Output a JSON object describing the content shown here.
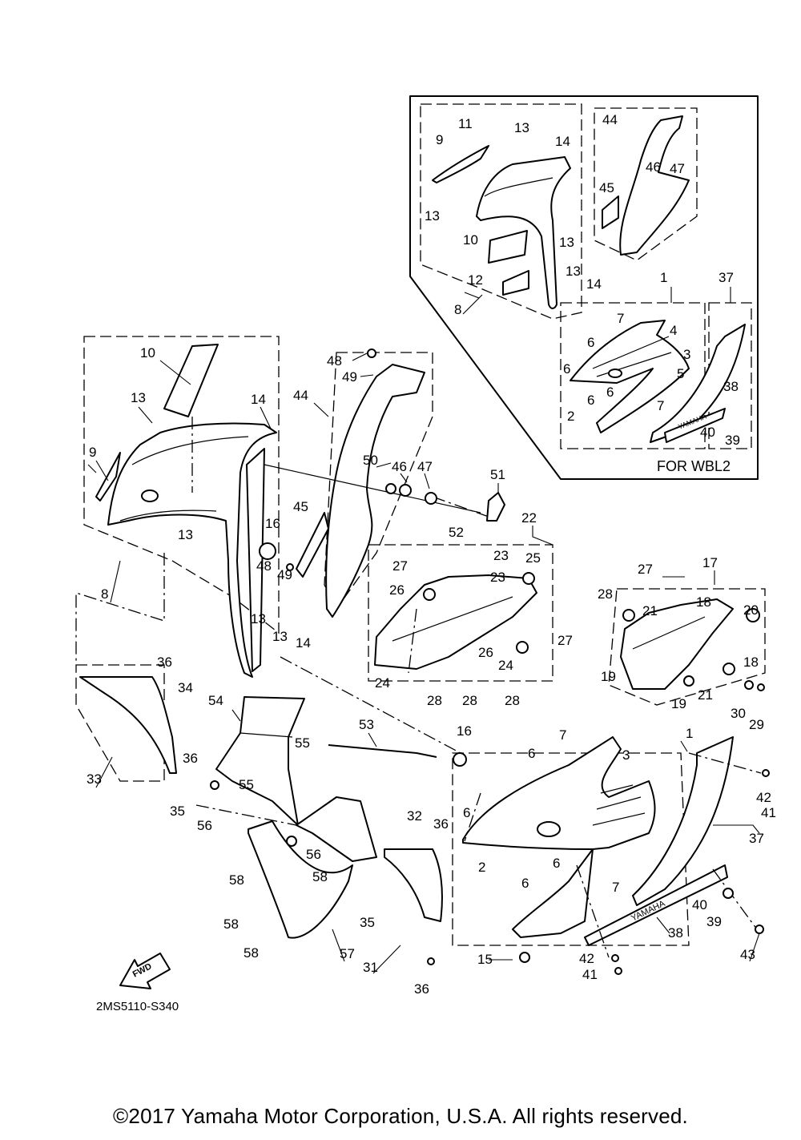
{
  "diagram": {
    "diagram_code": "2MS5110-S340",
    "copyright": "©2017 Yamaha Motor Corporation, U.S.A. All rights reserved.",
    "inset_label": "FOR WBL2",
    "direction_label": "FWD",
    "decal_text": "YAMAHA",
    "callouts": [
      "1",
      "2",
      "3",
      "4",
      "5",
      "6",
      "7",
      "8",
      "9",
      "10",
      "11",
      "12",
      "13",
      "14",
      "15",
      "16",
      "17",
      "18",
      "19",
      "20",
      "21",
      "22",
      "23",
      "24",
      "25",
      "26",
      "27",
      "28",
      "29",
      "30",
      "31",
      "32",
      "33",
      "34",
      "35",
      "36",
      "37",
      "38",
      "39",
      "40",
      "41",
      "42",
      "43",
      "44",
      "45",
      "46",
      "47",
      "48",
      "49",
      "50",
      "51",
      "52",
      "53",
      "54",
      "55",
      "56",
      "57",
      "58"
    ]
  }
}
